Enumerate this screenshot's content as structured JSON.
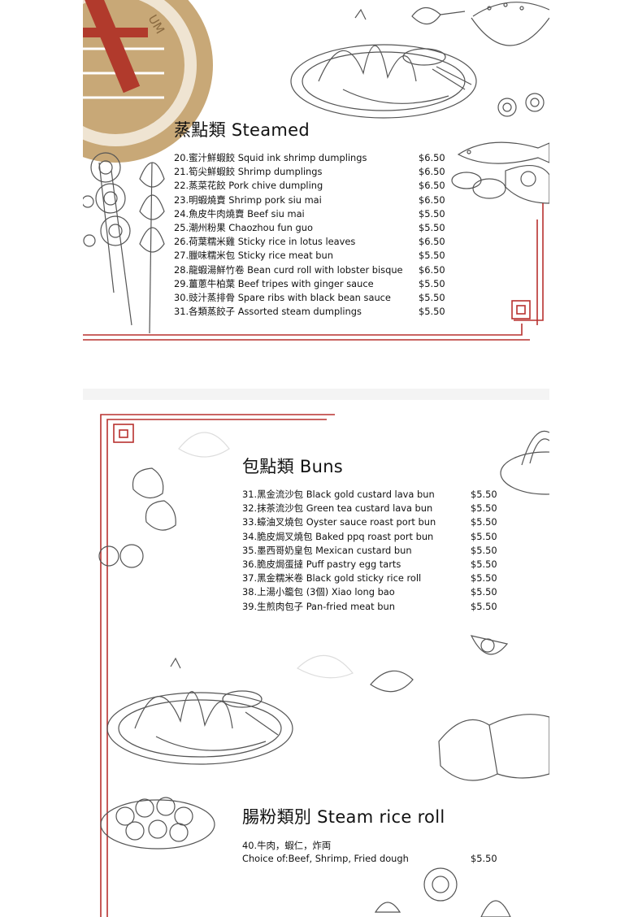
{
  "steamed": {
    "title": "蒸點類 Steamed",
    "items": [
      {
        "name": "20.蜜汁鮮蝦餃 Squid ink shrimp dumplings",
        "price": "$6.50"
      },
      {
        "name": "21.筍尖鮮蝦餃 Shrimp dumplings",
        "price": "$6.50"
      },
      {
        "name": "22.蒸菜花餃 Pork chive dumpling",
        "price": "$6.50"
      },
      {
        "name": "23.明蝦燒賣 Shrimp pork siu mai",
        "price": "$6.50"
      },
      {
        "name": "24.魚皮牛肉燒賣 Beef siu mai",
        "price": "$5.50"
      },
      {
        "name": "25.潮州粉果 Chaozhou fun guo",
        "price": "$5.50"
      },
      {
        "name": "26.荷葉糯米雞 Sticky rice in lotus leaves",
        "price": "$6.50"
      },
      {
        "name": "27.臘味糯米包 Sticky rice meat bun",
        "price": "$5.50"
      },
      {
        "name": "28.龍蝦湯鮮竹卷 Bean curd roll with lobster bisque",
        "price": "$6.50"
      },
      {
        "name": "29.薑蔥牛柏葉 Beef tripes with ginger sauce",
        "price": "$5.50"
      },
      {
        "name": "30.豉汁蒸排骨 Spare ribs with black bean sauce",
        "price": "$5.50"
      },
      {
        "name": "31.各類蒸餃子 Assorted steam dumplings",
        "price": "$5.50"
      }
    ]
  },
  "buns": {
    "title": "包點類 Buns",
    "items": [
      {
        "name": "31.黑金流沙包 Black gold custard lava bun",
        "price": "$5.50"
      },
      {
        "name": "32.抹茶流沙包 Green tea custard lava bun",
        "price": "$5.50"
      },
      {
        "name": "33.蠔油叉燒包 Oyster sauce roast port bun",
        "price": "$5.50"
      },
      {
        "name": "34.脆皮焗叉燒包 Baked ppq roast port bun",
        "price": "$5.50"
      },
      {
        "name": "35.墨西哥奶皇包 Mexican custard bun",
        "price": "$5.50"
      },
      {
        "name": "36.脆皮焗蛋撻 Puff pastry egg tarts",
        "price": "$5.50"
      },
      {
        "name": "37.黑金糯米卷 Black gold sticky rice roll",
        "price": "$5.50"
      },
      {
        "name": "38.上湯小籠包 (3個) Xiao long bao",
        "price": "$5.50"
      },
      {
        "name": "39.生煎肉包子 Pan-fried meat bun",
        "price": "$5.50"
      }
    ]
  },
  "rice_roll": {
    "title": "腸粉類別 Steam rice roll",
    "item_zh": "40.牛肉，蝦仁，炸両",
    "item_en": "Choice of:Beef, Shrimp, Fried dough",
    "price": "$5.50"
  },
  "logo": {
    "text": "UM"
  },
  "colors": {
    "accent": "#b8312f",
    "logo_gold": "#c8a877",
    "logo_red": "#b13a2c",
    "ink": "#111111"
  }
}
